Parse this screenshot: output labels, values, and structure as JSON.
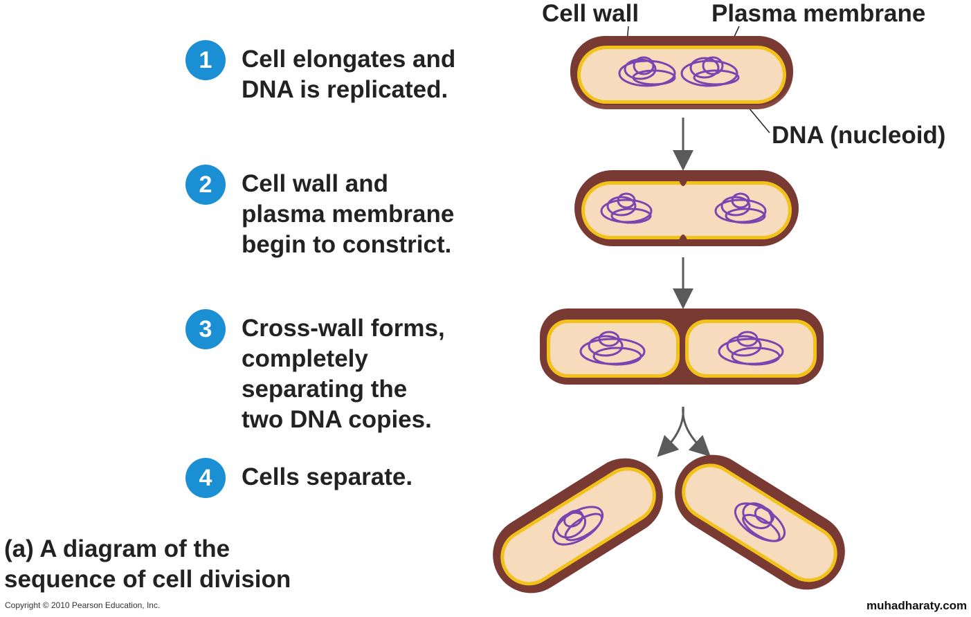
{
  "labels": {
    "cell_wall": "Cell wall",
    "plasma_membrane": "Plasma membrane",
    "dna": "DNA (nucleoid)"
  },
  "steps": [
    {
      "number": "1",
      "text": "Cell elongates and\nDNA is replicated."
    },
    {
      "number": "2",
      "text": "Cell wall and\nplasma membrane\nbegin to constrict."
    },
    {
      "number": "3",
      "text": "Cross-wall forms,\ncompletely\nseparating the\ntwo DNA copies."
    },
    {
      "number": "4",
      "text": "Cells separate."
    }
  ],
  "caption": {
    "prefix": "(a)",
    "text": " A diagram of the\nsequence of cell division"
  },
  "copyright": "Copyright © 2010 Pearson Education, Inc.",
  "watermark": "muhadharaty.com",
  "colors": {
    "badge": "#1b8fd3",
    "cell_wall": "#7a3a34",
    "membrane": "#f2c21a",
    "cytoplasm": "#f6dcbc",
    "dna": "#7a45b0",
    "arrow": "#5a5a5a"
  }
}
